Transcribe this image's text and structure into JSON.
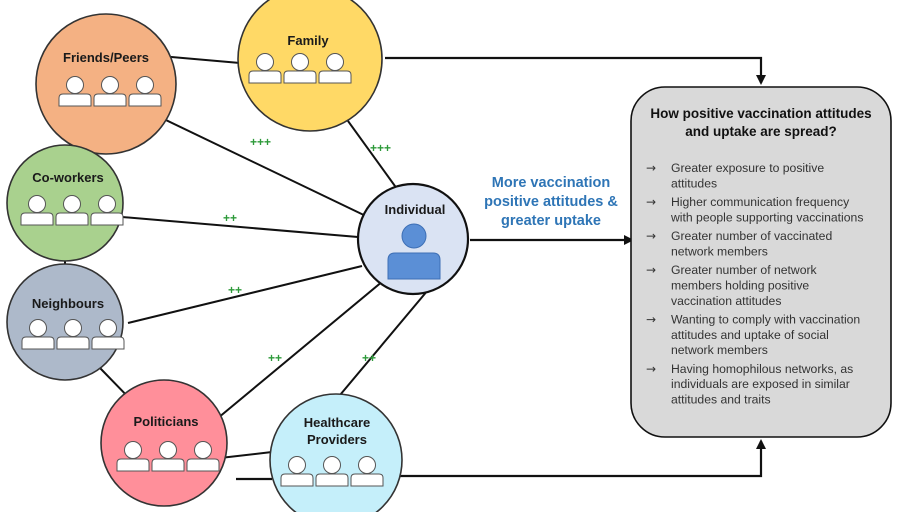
{
  "groups": {
    "friends_peers": "Friends/Peers",
    "family": "Family",
    "co_workers": "Co-workers",
    "neighbours": "Neighbours",
    "politicians": "Politicians",
    "healthcare_line1": "Healthcare",
    "healthcare_line2": "Providers"
  },
  "individual": "Individual",
  "edge_labels": {
    "friends": "+++",
    "family": "+++",
    "coworkers": "++",
    "neighbours": "++",
    "politicians": "++",
    "healthcare": "++"
  },
  "center_message": {
    "line1": "More vaccination",
    "line2": "positive attitudes &",
    "line3": "greater uptake"
  },
  "info_box": {
    "title_line1": "How positive vaccination attitudes",
    "title_line2": "and uptake are spread?",
    "items": [
      [
        "Greater exposure to positive",
        "attitudes"
      ],
      [
        "Higher communication frequency",
        "with people supporting vaccinations"
      ],
      [
        "Greater number of vaccinated",
        "network members"
      ],
      [
        "Greater number of network",
        "members holding positive",
        "vaccination attitudes"
      ],
      [
        "Wanting to comply with vaccination",
        "attitudes and uptake of social",
        "network members"
      ],
      [
        "Having homophilous networks, as",
        "individuals are exposed in similar",
        "attitudes and traits"
      ]
    ]
  },
  "colors": {
    "friends_peers": "#f4b183",
    "family": "#ffd966",
    "co_workers": "#a9d18e",
    "neighbours": "#adb9ca",
    "politicians": "#ff8f9a",
    "healthcare": "#c5effa",
    "individual": "#dae3f3",
    "person_blue": "#5b8fd6",
    "info_box": "#d9d9d9",
    "plus_green": "#2e9a3a",
    "message_blue": "#2e75b6"
  }
}
